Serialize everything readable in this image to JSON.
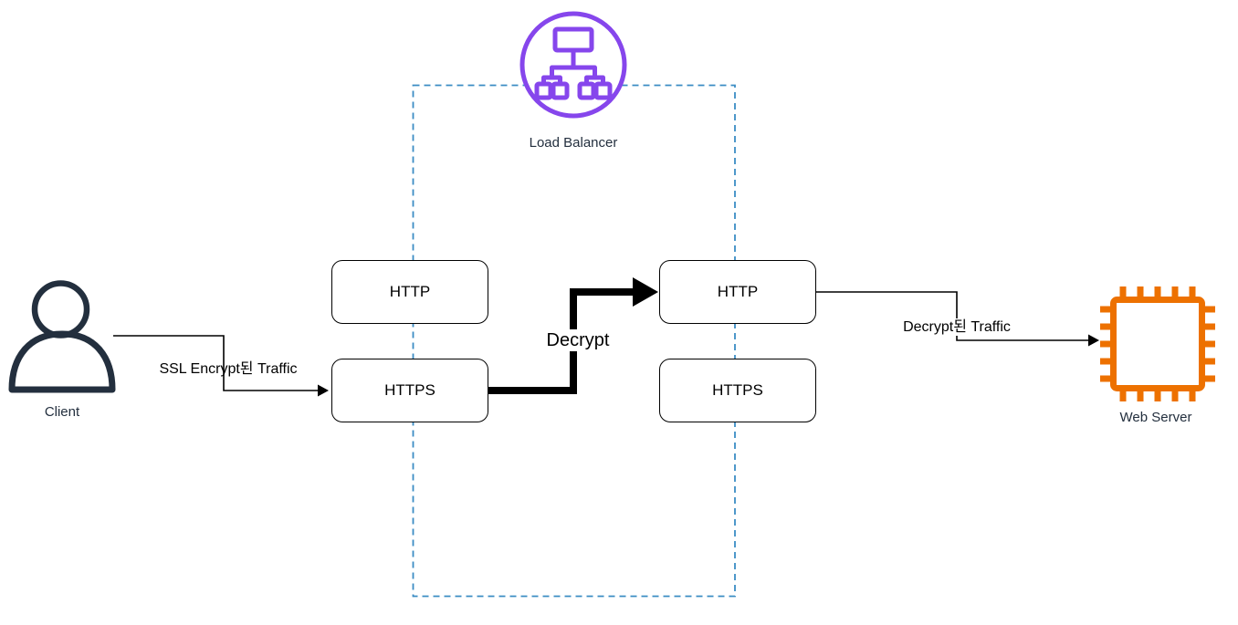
{
  "diagram": {
    "nodes": {
      "client": {
        "label": "Client"
      },
      "load_balancer": {
        "label": "Load Balancer"
      },
      "web_server": {
        "label": "Web Server"
      },
      "boxes": {
        "left_http": "HTTP",
        "left_https": "HTTPS",
        "right_http": "HTTP",
        "right_https": "HTTPS"
      }
    },
    "edges": {
      "client_to_https": {
        "label": "SSL Encrypt된 Traffic"
      },
      "https_to_http": {
        "label": "Decrypt"
      },
      "http_to_server": {
        "label": "Decrypt된 Traffic"
      }
    },
    "colors": {
      "load_balancer_purple": "#8646EC",
      "web_server_orange": "#ED7100",
      "boundary_dashed_blue": "#3B8CC4",
      "icon_dark_navy": "#232F3E",
      "connector_black": "#000000"
    }
  }
}
